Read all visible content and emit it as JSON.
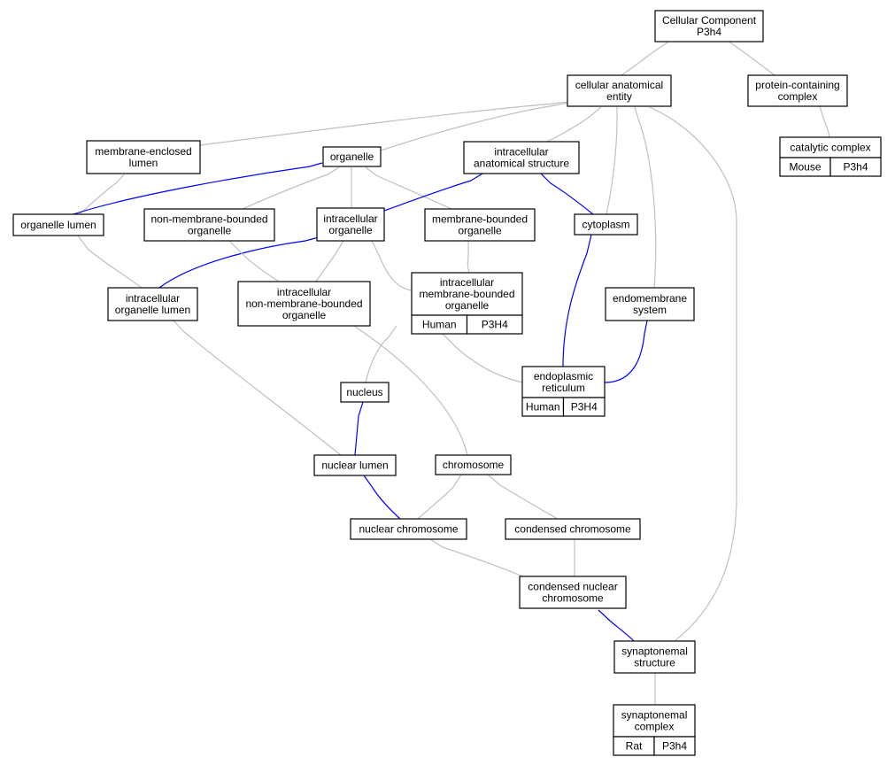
{
  "colors": {
    "gray_edge": "#c0c0c0",
    "blue_edge": "#0000ff",
    "human": "#ff6347",
    "mouse": "#add8e6",
    "rat": "#ffd700"
  },
  "nodes": {
    "cellular_component": [
      "Cellular Component",
      "P3h4"
    ],
    "cellular_anatomical_entity": [
      "cellular anatomical",
      "entity"
    ],
    "protein_containing_complex": [
      "protein-containing",
      "complex"
    ],
    "catalytic_complex": [
      "catalytic complex"
    ],
    "membrane_enclosed_lumen": [
      "membrane-enclosed",
      "lumen"
    ],
    "organelle": [
      "organelle"
    ],
    "intracellular_anatomical_structure": [
      "intracellular",
      "anatomical structure"
    ],
    "organelle_lumen": [
      "organelle lumen"
    ],
    "non_membrane_bounded_organelle": [
      "non-membrane-bounded",
      "organelle"
    ],
    "intracellular_organelle": [
      "intracellular",
      "organelle"
    ],
    "membrane_bounded_organelle": [
      "membrane-bounded",
      "organelle"
    ],
    "cytoplasm": [
      "cytoplasm"
    ],
    "intracellular_organelle_lumen": [
      "intracellular",
      "organelle lumen"
    ],
    "intracellular_non_membrane_bounded_organelle": [
      "intracellular",
      "non-membrane-bounded",
      "organelle"
    ],
    "intracellular_membrane_bounded_organelle": [
      "intracellular",
      "membrane-bounded",
      "organelle"
    ],
    "endomembrane_system": [
      "endomembrane",
      "system"
    ],
    "endoplasmic_reticulum": [
      "endoplasmic",
      "reticulum"
    ],
    "nucleus": [
      "nucleus"
    ],
    "nuclear_lumen": [
      "nuclear lumen"
    ],
    "chromosome": [
      "chromosome"
    ],
    "nuclear_chromosome": [
      "nuclear chromosome"
    ],
    "condensed_chromosome": [
      "condensed chromosome"
    ],
    "condensed_nuclear_chromosome": [
      "condensed nuclear",
      "chromosome"
    ],
    "synaptonemal_structure": [
      "synaptonemal",
      "structure"
    ],
    "synaptonemal_complex": [
      "synaptonemal",
      "complex"
    ]
  },
  "annotations": {
    "catalytic_complex": [
      "Mouse",
      "P3h4"
    ],
    "intracellular_membrane_bounded_organelle": [
      "Human",
      "P3H4"
    ],
    "endoplasmic_reticulum": [
      "Human",
      "P3H4"
    ],
    "synaptonemal_complex": [
      "Rat",
      "P3h4"
    ]
  }
}
